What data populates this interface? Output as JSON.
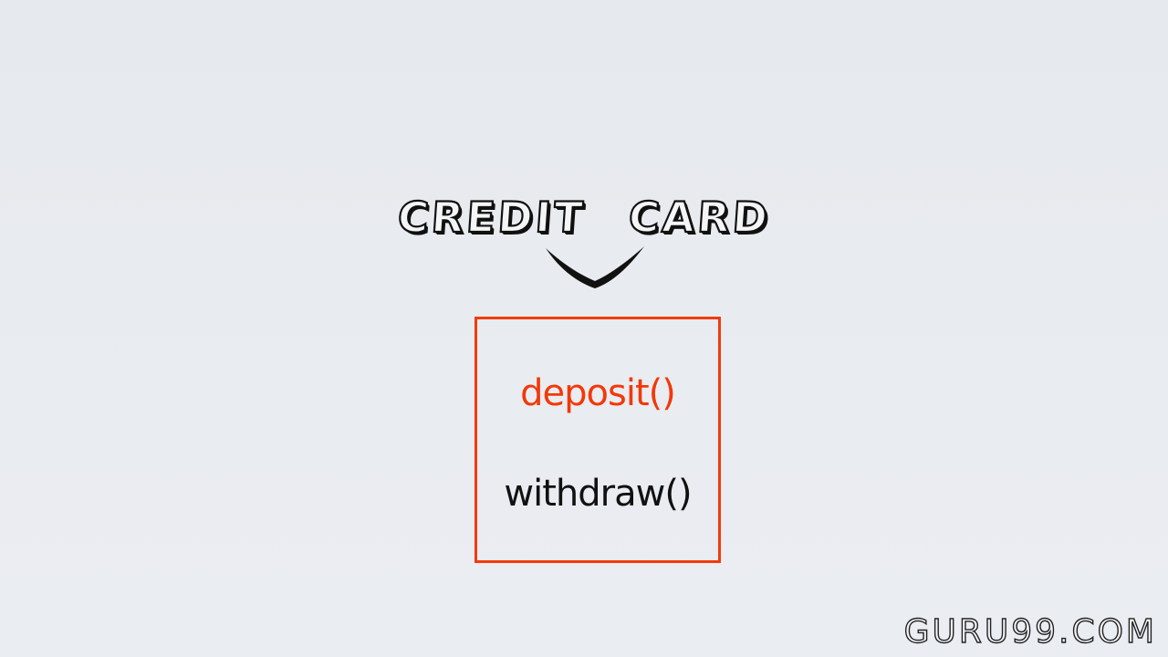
{
  "diagram": {
    "title_words": [
      "CREDIT",
      "CARD"
    ],
    "box": {
      "border_color": "#f23a0c",
      "methods": [
        {
          "label": "deposit()",
          "color": "#f2380a"
        },
        {
          "label": "withdraw()",
          "color": "#111111"
        }
      ]
    }
  },
  "watermark": {
    "text": "GURU99.COM"
  }
}
